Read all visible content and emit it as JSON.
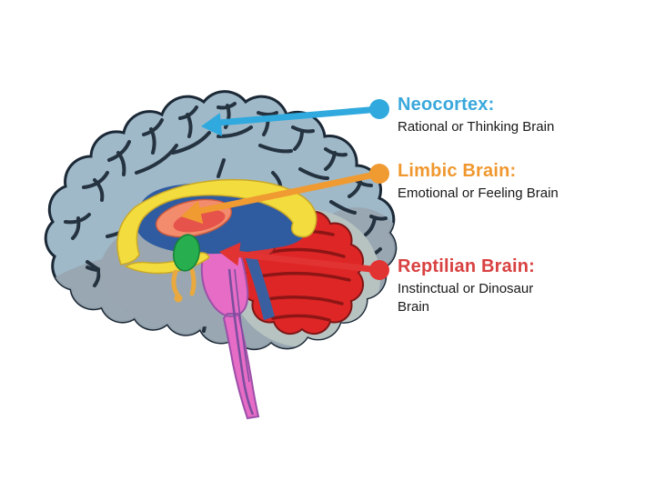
{
  "labels": [
    {
      "title": "Neocortex:",
      "description": "Rational or Thinking Brain",
      "color": "#3AA8DC"
    },
    {
      "title": "Limbic Brain:",
      "description": "Emotional or Feeling Brain",
      "color": "#F0982F"
    },
    {
      "title": "Reptilian Brain:",
      "description": "Instinctual or Dinosaur Brain",
      "color": "#D94141"
    }
  ],
  "brain_colors": {
    "cortex": "#9FB9C9",
    "cortex_lower": "#98A5B0",
    "sulci": "#1B2836",
    "limbic_band": "#F3DC3E",
    "diencephalon": "#2F5BA0",
    "thalamus": "#F28C6C",
    "thalamus_core": "#E5534A",
    "amygdala": "#27AE4E",
    "brainstem": "#E66CC6",
    "cerebellum": "#DE2626",
    "cerebellum_rim": "#B7C3C1",
    "pointer_neocortex": "#2FA9DE",
    "pointer_limbic": "#F09A32",
    "pointer_reptilian": "#E23333"
  }
}
